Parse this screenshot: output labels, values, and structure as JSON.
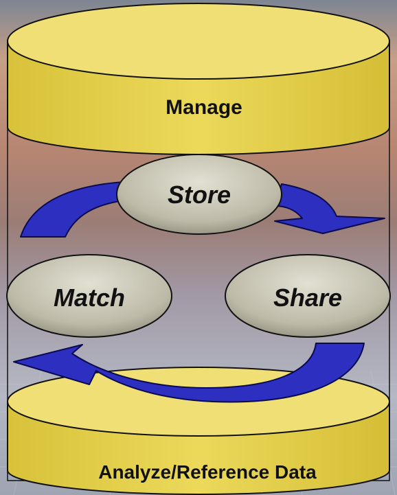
{
  "diagram": {
    "top_cylinder_label": "Manage",
    "bottom_cylinder_label": "Analyze/Reference Data",
    "nodes": {
      "store": "Store",
      "match": "Match",
      "share": "Share"
    }
  },
  "colors": {
    "cylinder_fill": "#e4d24a",
    "cylinder_top": "#f2e27a",
    "node_fill": "#c8c6b6",
    "arrow_fill": "#2d2fc0",
    "outline": "#111111"
  }
}
